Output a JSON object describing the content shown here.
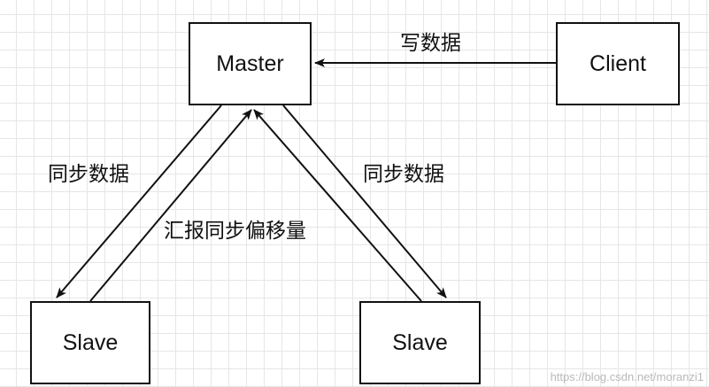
{
  "nodes": {
    "master": "Master",
    "client": "Client",
    "slave_left": "Slave",
    "slave_right": "Slave"
  },
  "edges": {
    "client_to_master": "写数据",
    "master_to_slave_left": "同步数据",
    "slave_left_to_master": "汇报同步偏移量",
    "master_to_slave_right": "同步数据"
  },
  "watermark": "https://blog.csdn.net/moranzi1"
}
